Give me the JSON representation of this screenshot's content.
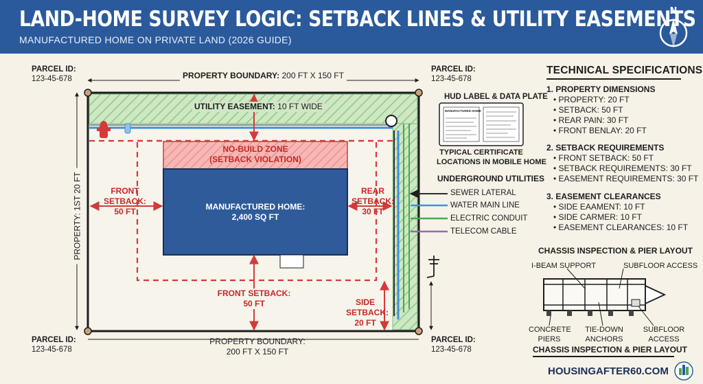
{
  "header": {
    "title": "LAND-HOME SURVEY LOGIC: SETBACK LINES & UTILITY EASEMENTS",
    "subtitle": "MANUFACTURED HOME ON PRIVATE LAND (2026 GUIDE)",
    "compass_letter": "N"
  },
  "site_plan": {
    "parcel_label": "PARCEL ID:",
    "parcel_id": "123-45-678",
    "boundary_top_label": "PROPERTY BOUNDARY:",
    "boundary_top_value": "200 FT X 150 FT",
    "boundary_bottom_label": "PROPERTY BOUNDARY:",
    "boundary_bottom_value": "200 FT X 150 FT",
    "left_side_label": "PROPERTY: 1ST 20 FT",
    "easement_label": "UTILITY EASEMENT:",
    "easement_value": "10 FT WIDE",
    "no_build_line1": "NO-BUILD ZONE",
    "no_build_line2": "(SETBACK VIOLATION)",
    "home_line1": "MANUFACTURED HOME:",
    "home_line2": "2,400 SQ FT",
    "front_setback_left_line1": "FRONT",
    "front_setback_left_line2": "SETBACK:",
    "front_setback_left_line3": "50 FT",
    "rear_setback_line1": "REAR",
    "rear_setback_line2": "SETBACK:",
    "rear_setback_line3": "30 FT",
    "front_setback_bottom_line1": "FRONT SETBACK:",
    "front_setback_bottom_line2": "50 FT",
    "side_setback_line1": "SIDE",
    "side_setback_line2": "SETBACK:",
    "side_setback_line3": "20 FT"
  },
  "hud": {
    "title": "HUD LABEL & DATA PLATE",
    "plate_left_title": "MANUFACTURED HOME",
    "caption_line1": "TYPICAL CERTIFICATE",
    "caption_line2": "LOCATIONS IN MOBILE HOME"
  },
  "utilities": {
    "title": "UNDERGROUND UTILITIES",
    "items": [
      {
        "label": "SEWER LATERAL",
        "color": "#2b2b2b"
      },
      {
        "label": "WATER MAIN LINE",
        "color": "#3f8fd9"
      },
      {
        "label": "ELECTRIC CONDUIT",
        "color": "#48a84a"
      },
      {
        "label": "TELECOM CABLE",
        "color": "#8e6bb8"
      }
    ]
  },
  "specs": {
    "title": "TECHNICAL SPECIFICATIONS",
    "sections": [
      {
        "heading": "1. PROPERTY DIMENSIONS",
        "items": [
          "PROPERTY: 20 FT",
          "SETBACK: 50 FT",
          "REAR PAIN: 30 FT",
          "FRONT BENLAY: 20 FT"
        ]
      },
      {
        "heading": "2. SETBACK REQUIREMENTS",
        "items": [
          "FRONT SETBACK: 50 FT",
          "SETBACK REQUIREMENTS: 30 FT",
          "EASEMENT REQUIREMENTS: 30 FT"
        ]
      },
      {
        "heading": "3. EASEMENT CLEARANCES",
        "items": [
          "SIDE EAAMENT: 10 FT",
          "SIDE CARMER: 10 FT",
          "EASEMENT CLEARANCES: 10 FT"
        ]
      }
    ]
  },
  "chassis": {
    "title": "CHASSIS INSPECTION & PIER LAYOUT",
    "i_beam": "I-BEAM SUPPORT",
    "subfloor_top": "SUBFLOOR ACCESS",
    "piers_line1": "CONCRETE",
    "piers_line2": "PIERS",
    "anchors_line1": "TIE-DOWN",
    "anchors_line2": "ANCHORS",
    "subfloor_bottom_line1": "SUBFLOOR",
    "subfloor_bottom_line2": "ACCESS",
    "bottom_title": "CHASSIS INSPECTION & PIER LAYOUT"
  },
  "brand": {
    "name": "HOUSINGAFTER60.COM"
  },
  "colors": {
    "header_blue": "#2a5a9b",
    "home_blue": "#2f5b9a",
    "setback_red": "#d43a3a",
    "easement_green": "#8bc98b"
  }
}
